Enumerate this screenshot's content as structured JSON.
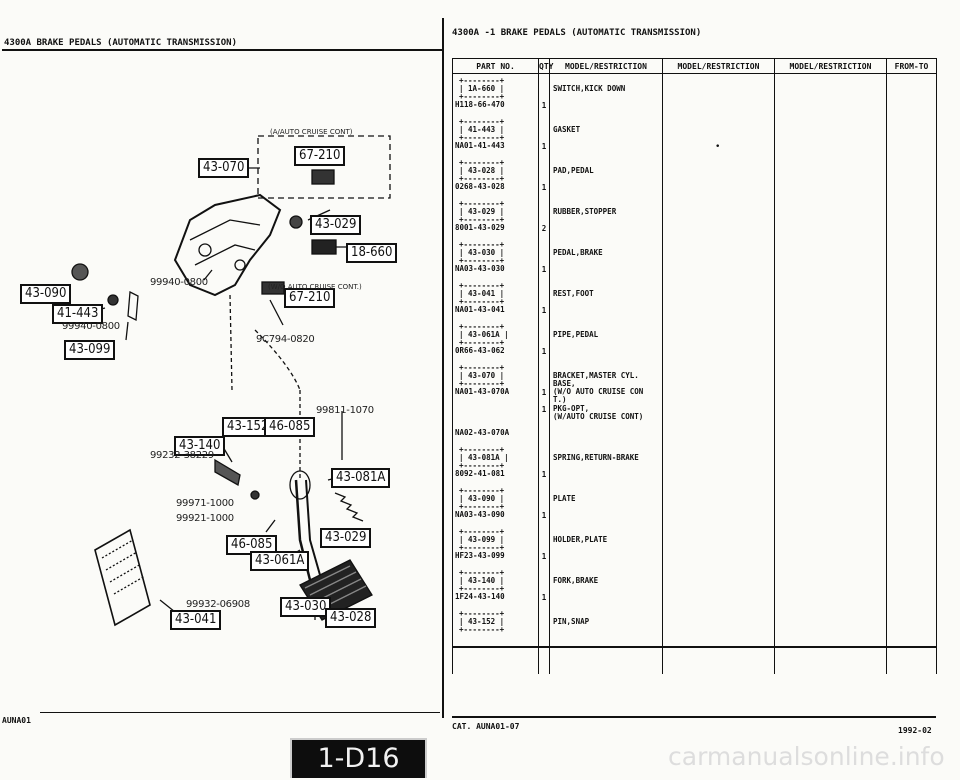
{
  "left_header": "4300A   BRAKE PEDALS (AUTOMATIC TRANSMISSION)",
  "right_header": "4300A -1    BRAKE PEDALS (AUTOMATIC TRANSMISSION)",
  "diagram": {
    "callouts": [
      "43-070",
      "67-210",
      "43-029",
      "18-660",
      "43-090",
      "41-443",
      "43-099",
      "67-210",
      "43-152",
      "46-085",
      "43-140",
      "43-081A",
      "43-029",
      "46-085",
      "43-061A",
      "43-030",
      "43-041",
      "43-028"
    ],
    "part_numbers": [
      "99940-0800",
      "99940-0800",
      "9C794-0820",
      "99811-1070",
      "99232-38229",
      "99971-1000",
      "99921-1000",
      "99932-06908"
    ],
    "notes": [
      "(A/AUTO CRUISE CONT)",
      "(W/O AUTO CRUISE CONT.)"
    ]
  },
  "table": {
    "headers": [
      "PART NO.",
      "QTY",
      "MODEL/RESTRICTION",
      "MODEL/RESTRICTION",
      "MODEL/RESTRICTION",
      "FROM-TO"
    ],
    "rows": [
      {
        "ref": "1A-660",
        "part": "H118-66-470",
        "qty": "1",
        "desc": "SWITCH,KICK DOWN"
      },
      {
        "ref": "41-443",
        "part": "NA01-41-443",
        "qty": "1",
        "desc": "GASKET"
      },
      {
        "ref": "43-028",
        "part": "0268-43-028",
        "qty": "1",
        "desc": "PAD,PEDAL"
      },
      {
        "ref": "43-029",
        "part": "8001-43-029",
        "qty": "2",
        "desc": "RUBBER,STOPPER"
      },
      {
        "ref": "43-030",
        "part": "NA03-43-030",
        "qty": "1",
        "desc": "PEDAL,BRAKE"
      },
      {
        "ref": "43-041",
        "part": "NA01-43-041",
        "qty": "1",
        "desc": "REST,FOOT"
      },
      {
        "ref": "43-061A",
        "part": "0R66-43-062",
        "qty": "1",
        "desc": "PIPE,PEDAL"
      },
      {
        "ref": "43-070",
        "part": "NA01-43-070A",
        "qty": "1",
        "desc": "BRACKET,MASTER CYL.",
        "sub": "BASE,\n(W/O AUTO CRUISE CON\nT.)"
      },
      {
        "ref": "",
        "part": "NA02-43-070A",
        "qty": "1",
        "desc": "PKG-OPT,\n(W/AUTO CRUISE CONT)"
      },
      {
        "ref": "43-081A",
        "part": "8092-41-081",
        "qty": "1",
        "desc": "SPRING,RETURN-BRAKE"
      },
      {
        "ref": "43-090",
        "part": "NA03-43-090",
        "qty": "1",
        "desc": "PLATE"
      },
      {
        "ref": "43-099",
        "part": "HF23-43-099",
        "qty": "1",
        "desc": "HOLDER,PLATE"
      },
      {
        "ref": "43-140",
        "part": "1F24-43-140",
        "qty": "1",
        "desc": "FORK,BRAKE"
      },
      {
        "ref": "43-152",
        "part": "",
        "qty": "",
        "desc": "PIN,SNAP"
      }
    ]
  },
  "footer": {
    "left": "AUNA01",
    "catalog": "CAT. AUNA01-07",
    "year": "1992-02"
  },
  "page_badge": "1-D16",
  "watermark": "carmanualsonline.info"
}
